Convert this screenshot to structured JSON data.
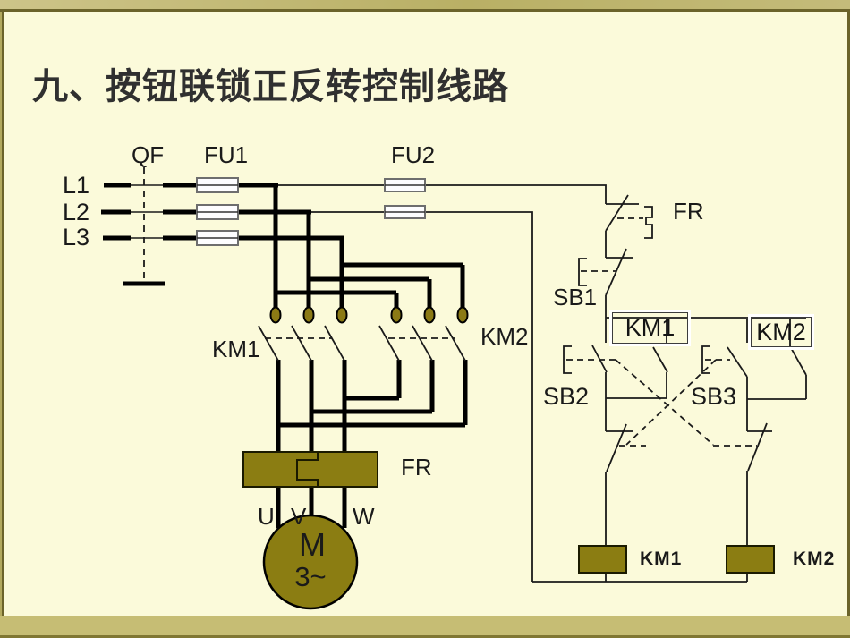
{
  "slide": {
    "title": "九、按钮联锁正反转控制线路"
  },
  "diagram": {
    "power_labels": {
      "l1": "L1",
      "l2": "L2",
      "l3": "L3"
    },
    "components": {
      "qf": "QF",
      "fu1": "FU1",
      "fu2": "FU2",
      "km1_main": "KM1",
      "km2_main": "KM2",
      "fr_main": "FR",
      "fr_control": "FR",
      "sb1": "SB1",
      "sb2": "SB2",
      "sb3": "SB3",
      "km1_branch": "KM1",
      "km2_branch": "KM2",
      "km1_coil": "KM1",
      "km2_coil": "KM2"
    },
    "motor": {
      "symbol": "M",
      "phase": "3~",
      "terminals": {
        "u": "U",
        "v": "V",
        "w": "W"
      }
    },
    "colors": {
      "background": "#fbfada",
      "component_fill": "#8b7d12",
      "edge_band": "#c6bd74",
      "line": "#1a1a1a"
    }
  }
}
